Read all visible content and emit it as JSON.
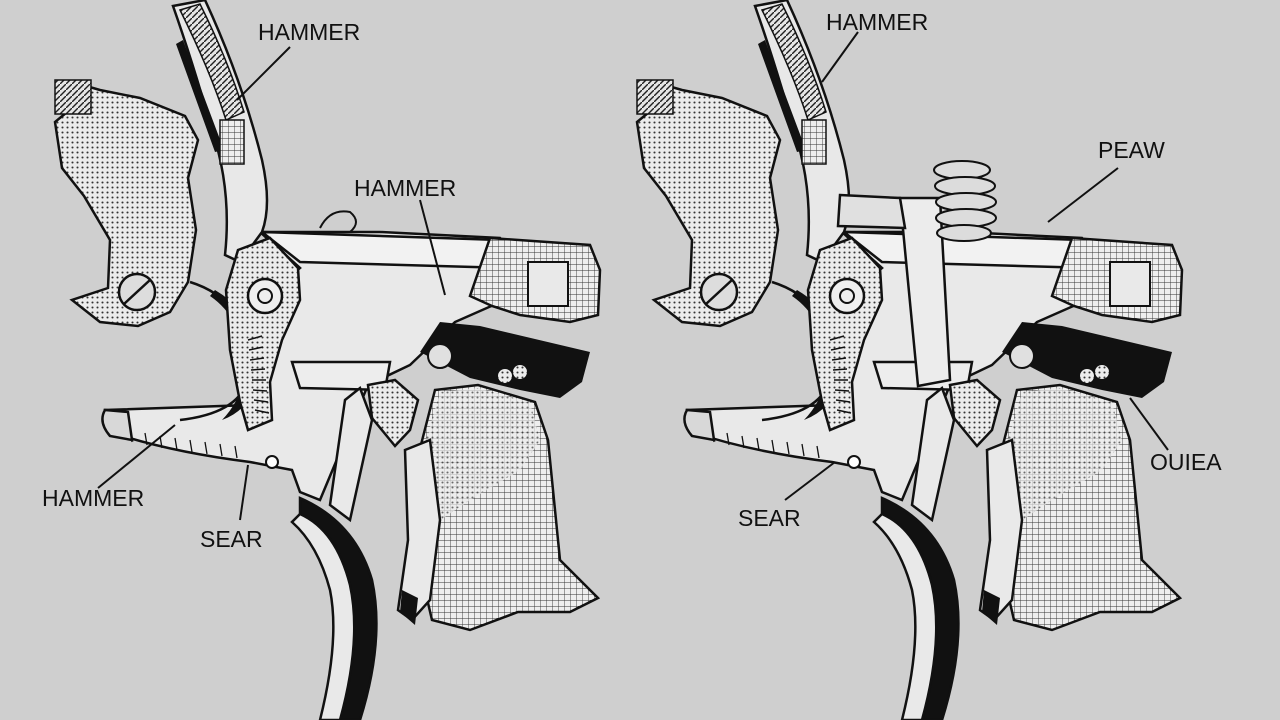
{
  "left_diagram": {
    "labels": {
      "top": "HAMMER",
      "middle": "HAMMER",
      "lower_left": "HAMMER",
      "bottom": "SEAR"
    }
  },
  "right_diagram": {
    "labels": {
      "top": "HAMMER",
      "upper_right": "PEAW",
      "right": "OUIEA",
      "bottom_left": "SEAR"
    }
  },
  "colors": {
    "background": "#cfcfcf",
    "part_fill": "#e9e9e9",
    "ink": "#111111"
  }
}
